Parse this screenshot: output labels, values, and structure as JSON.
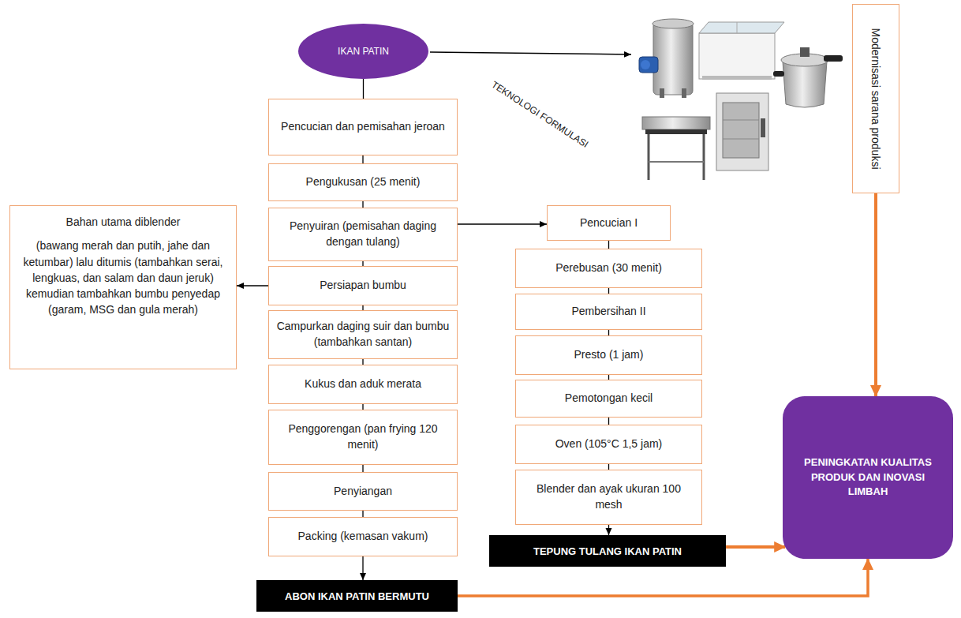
{
  "diagram": {
    "nodes": [
      {
        "text": [
          "IKAN PATIN"
        ]
      },
      {
        "text": [
          "Pencucian dan pemisahan jeroan"
        ]
      },
      {
        "text": [
          "Pengukusan (25 menit)"
        ]
      },
      {
        "text": [
          "Penyuiran (pemisahan daging dengan tulang)"
        ]
      },
      {
        "text": [
          "Persiapan bumbu"
        ]
      },
      {
        "text": [
          "Campurkan daging suir dan bumbu (tambahkan santan)"
        ]
      },
      {
        "text": [
          "Kukus dan aduk merata"
        ]
      },
      {
        "text": [
          "Penggorengan (pan frying 120 menit)"
        ]
      },
      {
        "text": [
          "Penyiangan"
        ]
      },
      {
        "text": [
          "Packing (kemasan vakum)"
        ]
      },
      {
        "text": [
          "ABON IKAN PATIN BERMUTU"
        ]
      },
      {
        "text": [
          "Bahan utama diblender",
          "(bawang merah dan putih, jahe dan ketumbar) lalu ditumis (tambahkan serai, lengkuas, dan salam dan daun jeruk) kemudian tambahkan bumbu penyedap (garam, MSG dan gula merah)"
        ]
      },
      {
        "text": [
          "Pencucian I"
        ]
      },
      {
        "text": [
          "Perebusan (30 menit)"
        ]
      },
      {
        "text": [
          "Pembersihan II"
        ]
      },
      {
        "text": [
          "Presto (1 jam)"
        ]
      },
      {
        "text": [
          "Pemotongan kecil"
        ]
      },
      {
        "text": [
          "Oven (105°C 1,5 jam)"
        ]
      },
      {
        "text": [
          "Blender dan ayak ukuran 100 mesh"
        ]
      },
      {
        "text": [
          "TEPUNG TULANG IKAN PATIN"
        ]
      },
      {
        "text": [
          "Modernisasi sarana produksi"
        ]
      },
      {
        "text": [
          "PENINGKATAN KUALITAS PRODUK DAN INOVASI LIMBAH"
        ]
      }
    ],
    "edges": [
      {
        "from": 0,
        "to": 1,
        "arrow": "none"
      },
      {
        "from": 1,
        "to": 2,
        "arrow": "none"
      },
      {
        "from": 2,
        "to": 3,
        "arrow": "none"
      },
      {
        "from": 3,
        "to": 4,
        "arrow": "none"
      },
      {
        "from": 4,
        "to": 5,
        "arrow": "none"
      },
      {
        "from": 5,
        "to": 6,
        "arrow": "none"
      },
      {
        "from": 6,
        "to": 7,
        "arrow": "none"
      },
      {
        "from": 7,
        "to": 8,
        "arrow": "none"
      },
      {
        "from": 8,
        "to": 9,
        "arrow": "none"
      },
      {
        "from": 9,
        "to": 10,
        "arrow": "to"
      },
      {
        "from": 3,
        "to": 12,
        "arrow": "to"
      },
      {
        "from": 4,
        "to": 11,
        "arrow": "to"
      },
      {
        "from": 12,
        "to": 13,
        "arrow": "none"
      },
      {
        "from": 13,
        "to": 14,
        "arrow": "none"
      },
      {
        "from": 14,
        "to": 15,
        "arrow": "none"
      },
      {
        "from": 15,
        "to": 16,
        "arrow": "none"
      },
      {
        "from": 16,
        "to": 17,
        "arrow": "none"
      },
      {
        "from": 17,
        "to": 18,
        "arrow": "none"
      },
      {
        "from": 18,
        "to": 19,
        "arrow": "to"
      },
      {
        "from": 20,
        "to": 21,
        "arrow": "to"
      },
      {
        "from": 19,
        "to": 21,
        "arrow": "to"
      },
      {
        "from": 10,
        "to": 21,
        "arrow": "to"
      }
    ],
    "labels": [
      "TEKNOLOGI FORMULASI"
    ]
  }
}
